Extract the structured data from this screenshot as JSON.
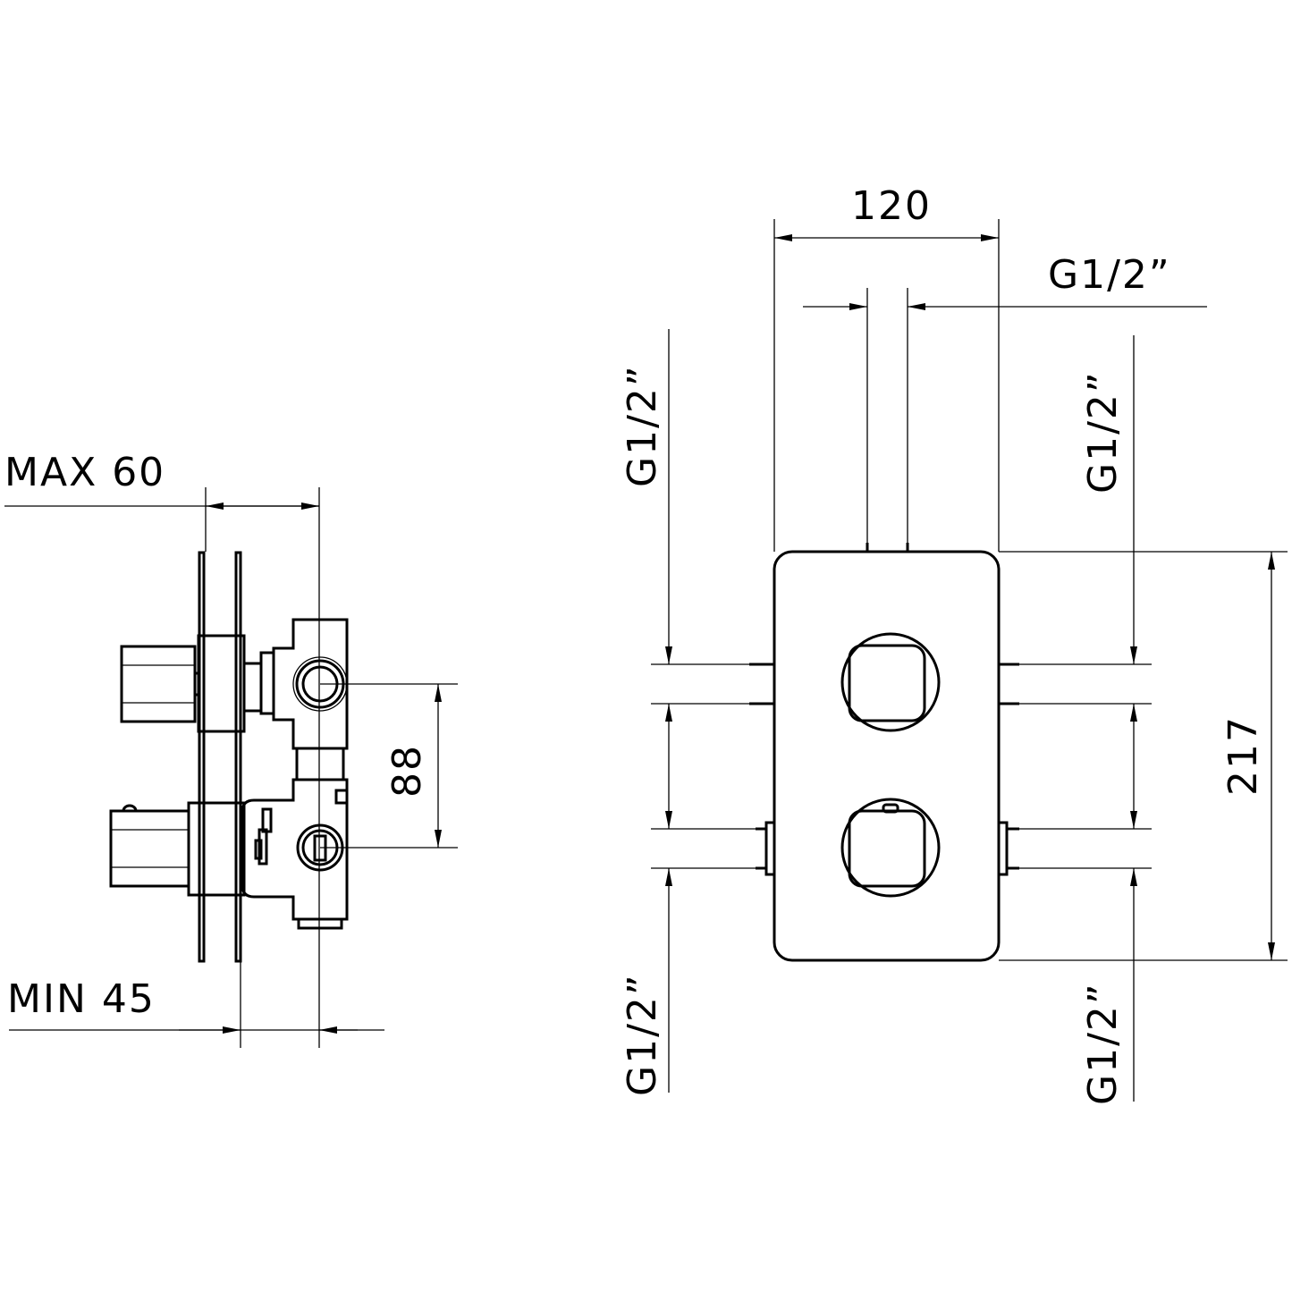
{
  "drawing": {
    "side_view": {
      "max_depth_label": "MAX 60",
      "min_depth_label": "MIN 45",
      "spacing_label": "88"
    },
    "front_view": {
      "width_label": "120",
      "height_label": "217",
      "top_connection_label": "G1/2”",
      "connection_left_top": "G1/2”",
      "connection_right_top": "G1/2”",
      "connection_left_bottom": "G1/2”",
      "connection_right_bottom": "G1/2”"
    },
    "colors": {
      "line": "#000000",
      "background": "#ffffff"
    }
  }
}
